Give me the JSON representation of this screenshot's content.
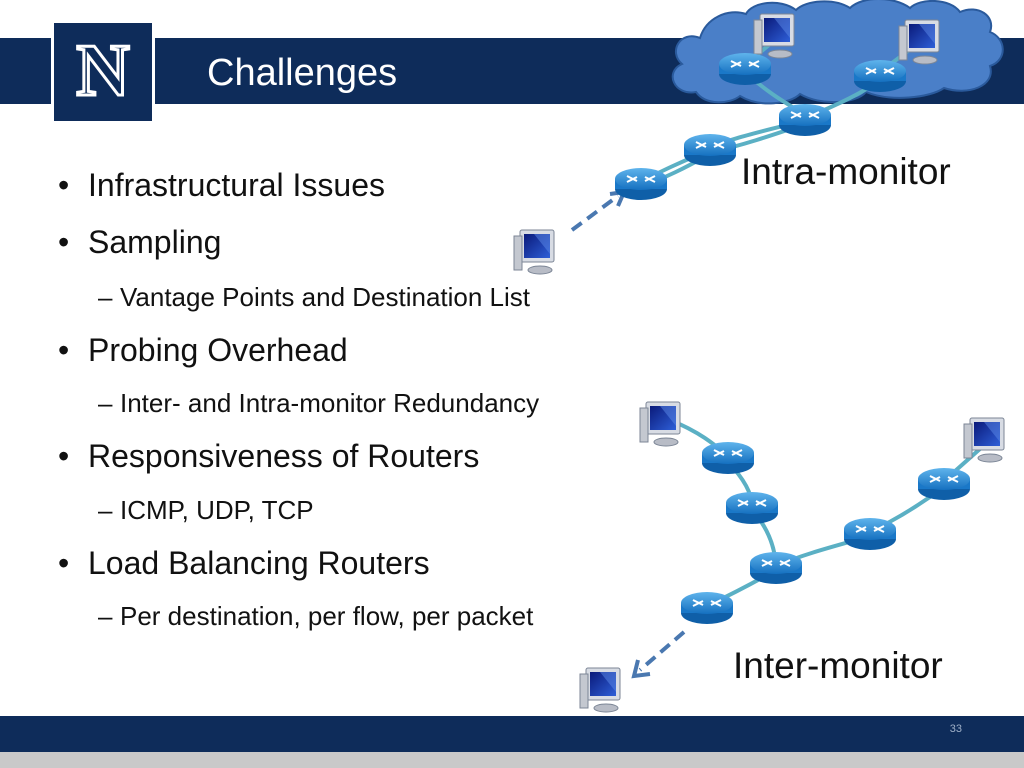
{
  "slide": {
    "title": "Challenges",
    "page_number": "33",
    "logo_letter": "N"
  },
  "bullets": [
    {
      "level": 1,
      "text": "Infrastructural Issues"
    },
    {
      "level": 1,
      "text": "Sampling"
    },
    {
      "level": 2,
      "text": "Vantage Points and Destination List"
    },
    {
      "level": 1,
      "text": "Probing Overhead"
    },
    {
      "level": 2,
      "text": "Inter- and Intra-monitor Redundancy"
    },
    {
      "level": 1,
      "text": "Responsiveness of Routers"
    },
    {
      "level": 2,
      "text": "ICMP, UDP, TCP"
    },
    {
      "level": 1,
      "text": "Load Balancing Routers"
    },
    {
      "level": 2,
      "text": "Per destination, per flow, per packet"
    }
  ],
  "diagrams": {
    "intra_label": "Intra-monitor",
    "inter_label": "Inter-monitor"
  },
  "colors": {
    "navy": "#0e2c5a",
    "cloud": "#4a7fc8",
    "router": "#1f86d6",
    "link": "#5bb0c4",
    "dashed": "#4a78b0"
  },
  "icons": [
    "university-logo",
    "cloud-icon",
    "router-icon",
    "computer-icon"
  ]
}
